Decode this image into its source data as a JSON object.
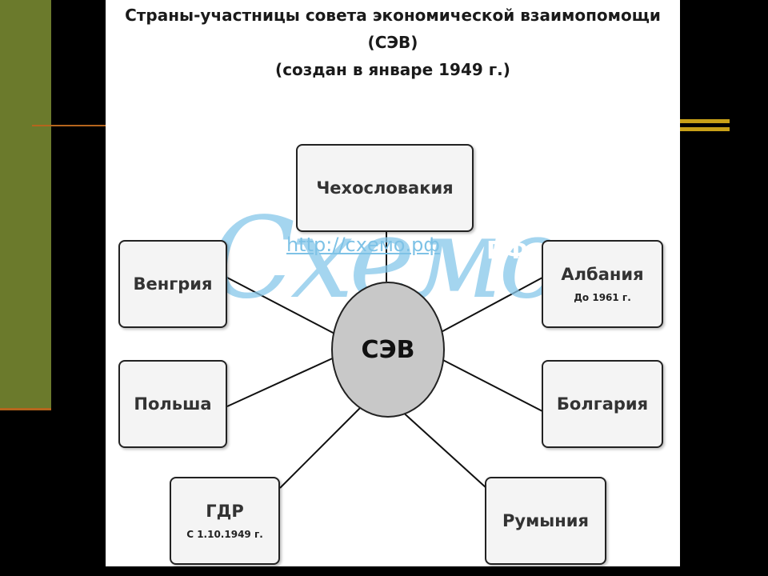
{
  "title": {
    "line1": "Страны-участницы совета экономической взаимопомощи",
    "line2": "(СЭВ)",
    "line3": "(создан в январе 1949 г.)"
  },
  "center": {
    "label": "СЭВ"
  },
  "nodes": {
    "czechoslovakia": {
      "name": "Чехословакия"
    },
    "hungary": {
      "name": "Венгрия"
    },
    "albania": {
      "name": "Албания",
      "note": "До 1961 г."
    },
    "poland": {
      "name": "Польша"
    },
    "bulgaria": {
      "name": "Болгария"
    },
    "gdr": {
      "name": "ГДР",
      "note": "С 1.10.1949 г."
    },
    "romania": {
      "name": "Румыния"
    }
  },
  "watermark": {
    "url": "http://схемо.рф",
    "brand": "Схемо",
    "rf": "РФ"
  },
  "colors": {
    "background": "#000000",
    "olive_panel": "#6b7a2c",
    "accent_gold": "#c8a018",
    "accent_orange": "#b5651d",
    "center_fill": "#c8c8c8",
    "watermark": "#86c7ea"
  }
}
